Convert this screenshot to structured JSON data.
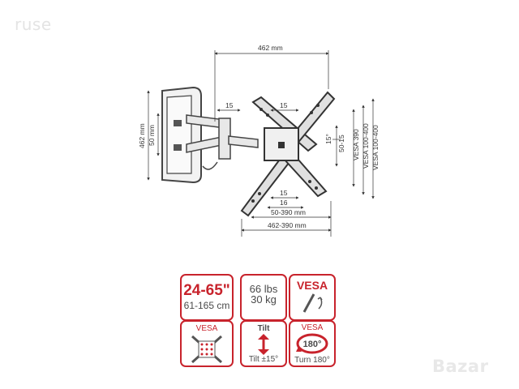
{
  "watermarks": {
    "top_left": "ruse",
    "bottom_right": "Bazar"
  },
  "dimensions": {
    "top_width": "462 mm",
    "wall_plate_height": "462 mm",
    "wall_plate_inner": "50 mm",
    "arm_offset": "15",
    "top_hole_gap": "15",
    "tilt_angle": "15°",
    "vertical_offset": "50-15",
    "vesa_390": "VESA 390",
    "vesa_100_400_a": "VESA 100-400",
    "vesa_100_400_b": "VESA 100-400",
    "bottom_hole_gap": "15",
    "bottom_gap_16": "16",
    "bottom_range_inner": "50-390 mm",
    "bottom_range_outer": "462-390 mm"
  },
  "feature_tiles": {
    "size": {
      "title": "24-65\"",
      "subtitle": "61-165 cm"
    },
    "weight": {
      "line1": "66 lbs",
      "line2": "30 kg"
    },
    "vesa_tool": {
      "title": "VESA"
    },
    "vesa_pattern": {
      "title": "VESA"
    },
    "tilt": {
      "title": "Tilt",
      "caption": "Tilt ±15°"
    },
    "turn": {
      "title": "VESA",
      "badge": "180°",
      "caption": "Turn 180°"
    }
  },
  "colors": {
    "accent": "#c8232c",
    "line": "#333333",
    "metal": "#555555"
  }
}
